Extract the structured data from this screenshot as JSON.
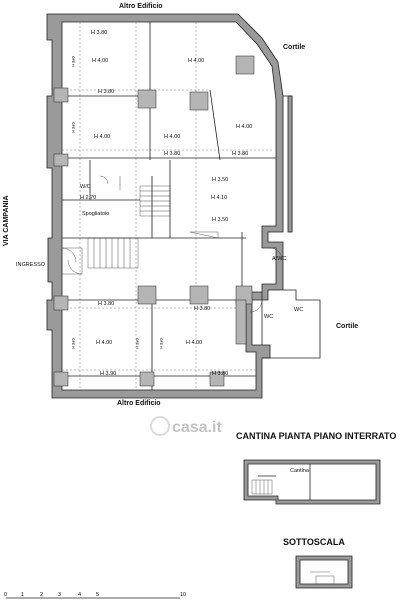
{
  "labels": {
    "top_building": "Altro Edificio",
    "bottom_building": "Altro Edificio",
    "courtyard_top": "Cortile",
    "courtyard_right": "Cortile",
    "street": "VIA CAMPANIA",
    "entrance": "INGRESSO",
    "cellar_title": "CANTINA PIANTA PIANO INTERRATO",
    "understair_title": "SOTTOSCALA",
    "watermark": "casa.it"
  },
  "rooms": {
    "h380_a": "H 3.80",
    "h400_a": "H 4.00",
    "h400_b": "H 4.00",
    "h380_b": "H 3.80",
    "h400_c": "H 4.00",
    "h400_d": "H 4.00",
    "h400_e": "H 4.00",
    "h380_c": "H 3.80",
    "h380_d": "H 3.80",
    "wc": "W/C",
    "h270": "H 2.70",
    "spogliatoio": "Spogliatoio",
    "h350_a": "H 3.50",
    "h410": "H 4.10",
    "h350_b": "H 3.50",
    "awc": "A/WC",
    "wc2": "WC",
    "wc3": "WC",
    "h380_e": "H 3.80",
    "h380_f": "H 3.80",
    "h400_f": "H 4.00",
    "h400_g": "H 4.00",
    "h390": "H 3.90",
    "h380_g": "H 3.80",
    "cantina": "Cantina"
  },
  "wall_notes": {
    "ofe_1": "OFE H",
    "ofe_2": "OFE H",
    "ofe_3": "OFE H",
    "ofe_4": "OFE H",
    "ofe_5": "OFE H"
  },
  "scale": {
    "ticks": [
      "0",
      "1",
      "2",
      "3",
      "4",
      "5",
      "10"
    ]
  }
}
